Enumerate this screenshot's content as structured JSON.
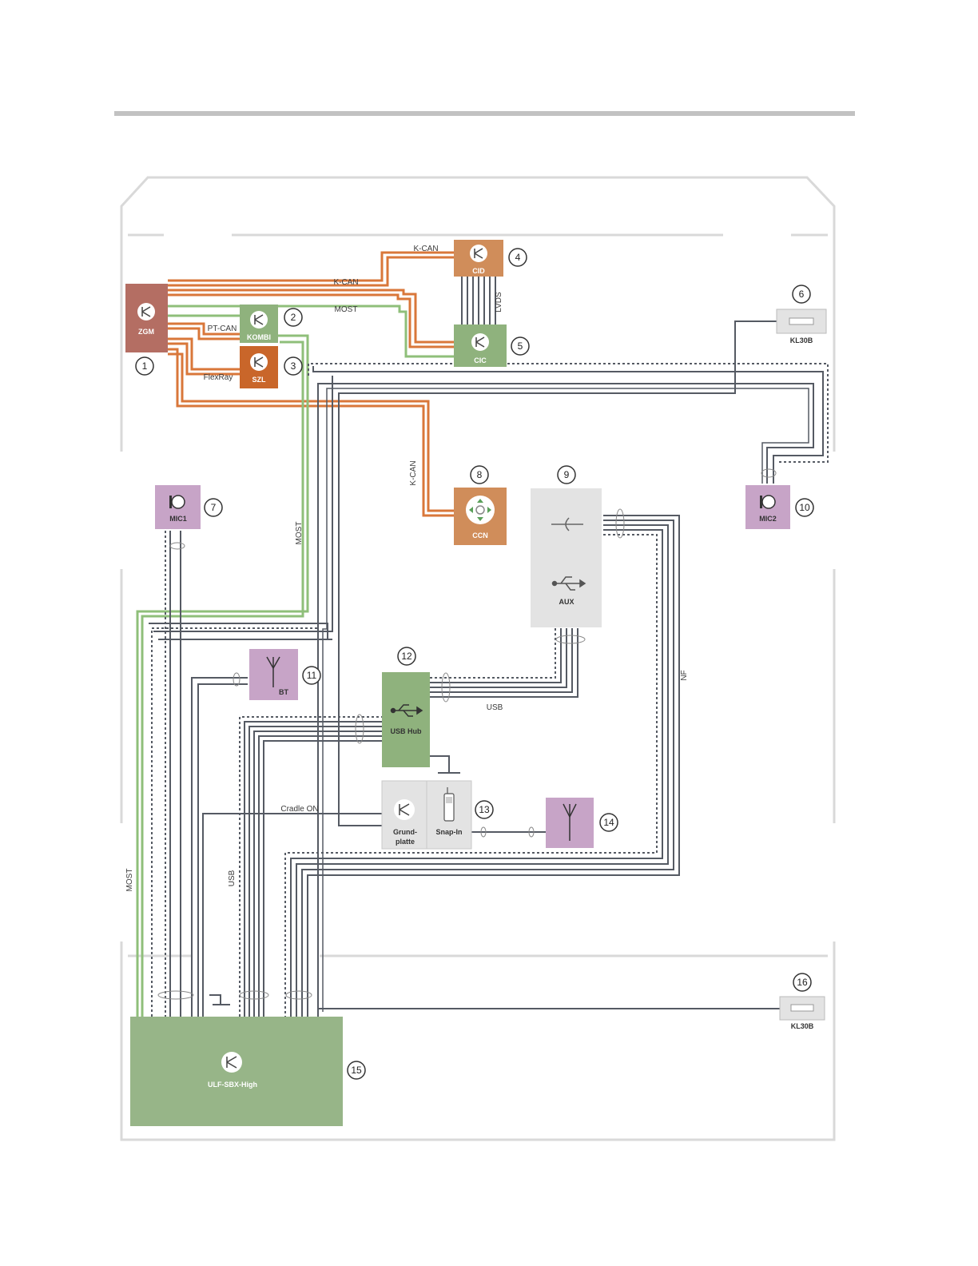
{
  "colors": {
    "orange_bus": "#d9773a",
    "green_most": "#8fbf7a",
    "wire": "#555a63",
    "frame": "#d7d7d7",
    "module_brown": "#b46e63",
    "module_green": "#8fb27d",
    "module_orange": "#c9662a",
    "module_tan": "#d08d5a",
    "module_purple": "#c7a4c7",
    "module_grey": "#e3e3e3",
    "header_bar": "#c2c2c2"
  },
  "modules": {
    "zgm": {
      "label": "ZGM",
      "number": "1",
      "icon": "transistor-icon"
    },
    "kombi": {
      "label": "KOMBI",
      "number": "2",
      "icon": "transistor-icon"
    },
    "szl": {
      "label": "SZL",
      "number": "3",
      "icon": "transistor-icon"
    },
    "cid": {
      "label": "CID",
      "number": "4",
      "icon": "transistor-icon"
    },
    "cic": {
      "label": "CIC",
      "number": "5",
      "icon": "transistor-icon"
    },
    "kl30b_top": {
      "label": "KL30B",
      "number": "6",
      "icon": "fuse-icon"
    },
    "mic1": {
      "label": "MIC1",
      "number": "7",
      "icon": "microphone-icon"
    },
    "ccn": {
      "label": "CCN",
      "number": "8",
      "icon": "controller-icon"
    },
    "aux": {
      "label": "AUX",
      "number": "9",
      "icon": "usb-icon"
    },
    "mic2": {
      "label": "MIC2",
      "number": "10",
      "icon": "microphone-icon"
    },
    "bt": {
      "label": "BT",
      "number": "11",
      "icon": "antenna-icon"
    },
    "usb_hub": {
      "label": "USB Hub",
      "number": "12",
      "icon": "usb-icon"
    },
    "grundplatte": {
      "label_line1": "Grund-",
      "label_line2": "platte",
      "icon": "transistor-icon"
    },
    "snap_in": {
      "label": "Snap-In",
      "number": "13",
      "icon": "phone-icon"
    },
    "antenna14": {
      "number": "14",
      "icon": "antenna-icon"
    },
    "ulf": {
      "label": "ULF-SBX-High",
      "number": "15",
      "icon": "transistor-icon"
    },
    "kl30b_bottom": {
      "label": "KL30B",
      "number": "16",
      "icon": "fuse-icon"
    }
  },
  "bus_labels": {
    "kcan_top": "K-CAN",
    "kcan_mid": "K-CAN",
    "most_top": "MOST",
    "ptcan": "PT-CAN",
    "flexray": "FlexRay",
    "lvds": "LVDS",
    "kcan_vertical": "K-CAN",
    "most_vertical": "MOST",
    "most_left": "MOST",
    "usb_right": "USB",
    "usb_left": "USB",
    "nf": "NF",
    "cradle_on": "Cradle ON"
  }
}
